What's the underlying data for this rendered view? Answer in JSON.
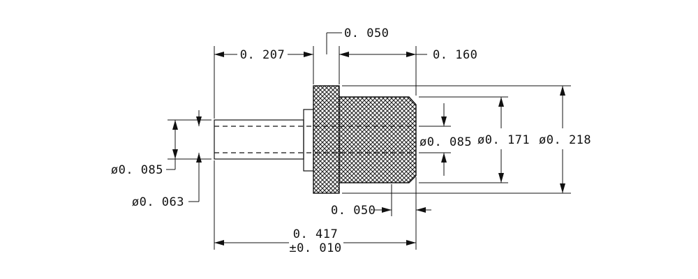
{
  "dimensions": {
    "top_left_length": "0. 207",
    "top_flange_width": "0. 050",
    "top_right_length": "0. 160",
    "dia_inner_right": "ø0. 085",
    "dia_body": "ø0. 171",
    "dia_flange": "ø0. 218",
    "dia_pin_outer": "ø0. 085",
    "dia_pin_inner": "ø0. 063",
    "bottom_step": "0. 050",
    "overall_length": "0. 417",
    "overall_tolerance": "±0. 010"
  }
}
